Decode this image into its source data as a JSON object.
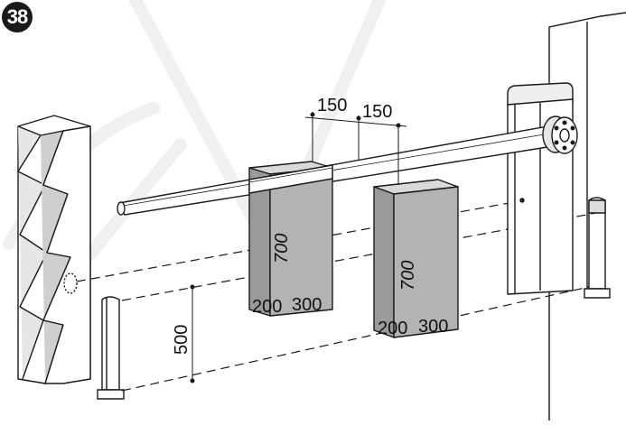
{
  "figure": {
    "number": "38"
  },
  "dimensions": {
    "offset_a": "150",
    "offset_b": "150",
    "height_label": "500",
    "box_left": {
      "height": "700",
      "width": "200",
      "depth": "300"
    },
    "box_right": {
      "height": "700",
      "width": "200",
      "depth": "300"
    }
  },
  "colors": {
    "box_fill": "#b3b3b3",
    "box_top": "#d9d9d9",
    "box_side": "#9a9a9a",
    "line": "#1a1a1a",
    "watermark": "#f0f0f0"
  }
}
